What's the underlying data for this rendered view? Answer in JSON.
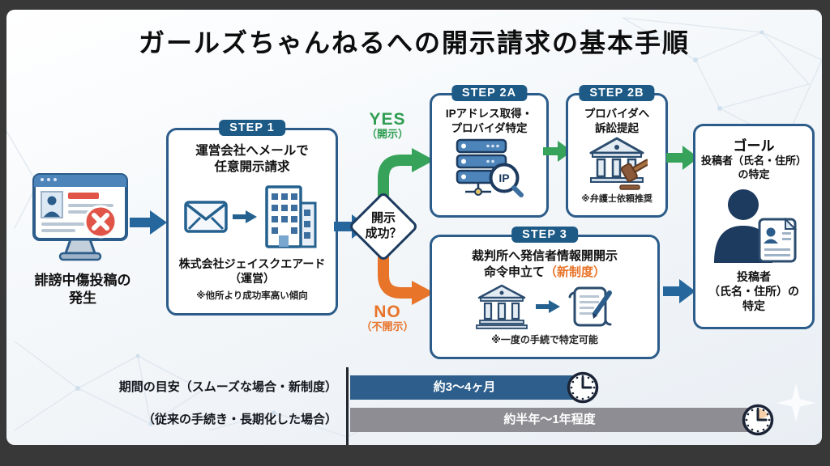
{
  "title": "ガールズちゃんねるへの開示請求の基本手順",
  "palette": {
    "frame": "#383838",
    "box_border": "#2b5c8a",
    "badge_bg": "#1d5a86",
    "arrow_blue": "#25679c",
    "arrow_green": "#37a35a",
    "arrow_orange": "#e8742a",
    "navy": "#1d3a5f",
    "bar_blue": "#2e5f8c",
    "bar_gray": "#8d8d93",
    "error_red": "#e05548"
  },
  "start": {
    "icon": "monitor-error-icon",
    "caption_lines": [
      "誹謗中傷投稿の",
      "発生"
    ]
  },
  "step1": {
    "badge": "STEP 1",
    "title_lines": [
      "運営会社へメールで",
      "任意開示請求"
    ],
    "icons": [
      "envelope-icon",
      "arrow-right-icon",
      "office-building-icon"
    ],
    "company_lines": [
      "株式会社ジェイスクエアード",
      "（運営）"
    ],
    "note": "※他所より成功率高い傾向"
  },
  "decision": {
    "lines": [
      "開示",
      "成功？"
    ],
    "yes": {
      "label": "YES",
      "sub": "（開示）"
    },
    "no": {
      "label": "NO",
      "sub": "（不開示）"
    }
  },
  "step2a": {
    "badge": "STEP 2A",
    "title_lines": [
      "IPアドレス取得・",
      "プロバイダ特定"
    ],
    "icon": "server-ip-search-icon",
    "magnifier_label": "IP"
  },
  "step2b": {
    "badge": "STEP 2B",
    "title_lines": [
      "プロバイダへ",
      "訴訟提起"
    ],
    "icon": "courthouse-gavel-icon",
    "note": "※弁護士依頼推奨"
  },
  "step3": {
    "badge": "STEP 3",
    "title_line1": "裁判所へ発信者情報開開示",
    "title_line2": "命令申立て",
    "title_line2_highlight": "（新制度）",
    "icons": [
      "courthouse-icon",
      "arrow-right-icon",
      "document-pen-icon"
    ],
    "note": "※一度の手続で特定可能"
  },
  "goal": {
    "heading": "ゴール",
    "top_lines": [
      "投稿者（氏名・住所）",
      "の特定"
    ],
    "icon": "person-id-card-icon",
    "bottom_lines": [
      "投稿者",
      "（氏名・住所）の",
      "特定"
    ]
  },
  "timeline": {
    "rows": [
      {
        "label": "期間の目安（スムーズな場合・新制度）",
        "bar_text": "約3〜4ヶ月",
        "color": "#2e5f8c",
        "icon": "clock-icon"
      },
      {
        "label": "（従来の手続き・長期化した場合）",
        "bar_text": "約半年〜1年程度",
        "color": "#8d8d93",
        "icon": "clock-icon"
      }
    ]
  }
}
